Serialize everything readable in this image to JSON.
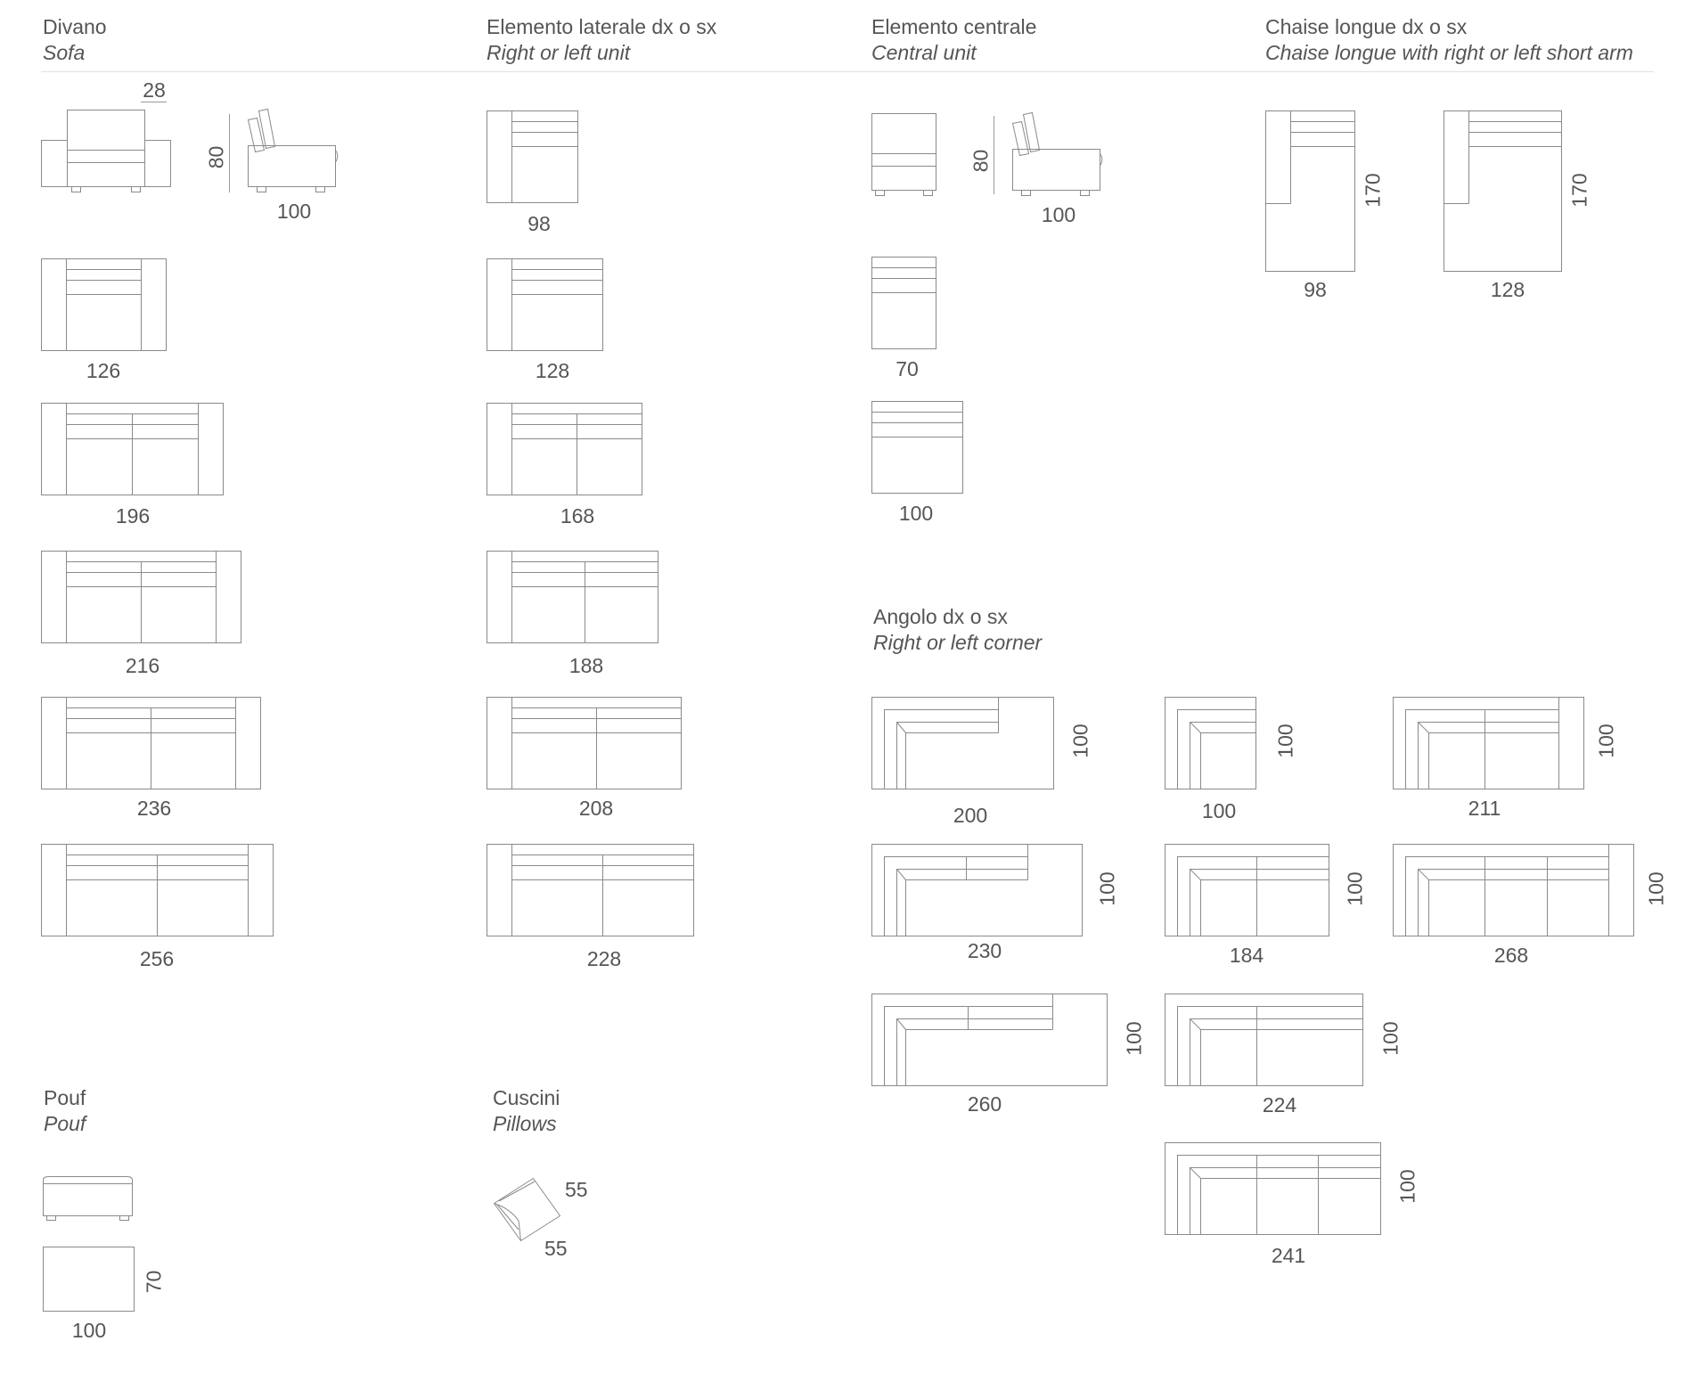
{
  "sections": {
    "sofa": {
      "title_it": "Divano",
      "title_en": "Sofa"
    },
    "side_unit": {
      "title_it": "Elemento laterale dx o sx",
      "title_en": "Right or left unit"
    },
    "central_unit": {
      "title_it": "Elemento centrale",
      "title_en": "Central unit"
    },
    "chaise": {
      "title_it": "Chaise longue dx o sx",
      "title_en": "Chaise longue with right or left short arm"
    },
    "corner": {
      "title_it": "Angolo dx o sx",
      "title_en": "Right or left corner"
    },
    "pouf": {
      "title_it": "Pouf",
      "title_en": "Pouf"
    },
    "pillows": {
      "title_it": "Cuscini",
      "title_en": "Pillows"
    }
  },
  "sofa": {
    "arm_width": "28",
    "height": "80",
    "depth": "100",
    "widths": [
      "126",
      "196",
      "216",
      "236",
      "256"
    ]
  },
  "side_unit": {
    "widths": [
      "98",
      "128",
      "168",
      "188",
      "208",
      "228"
    ]
  },
  "central_unit": {
    "height": "80",
    "depth": "100",
    "widths": [
      "70",
      "100"
    ]
  },
  "chaise": {
    "widths": [
      "98",
      "128"
    ],
    "length": "170"
  },
  "corner": {
    "depth": "100",
    "widths": [
      "200",
      "100",
      "211",
      "230",
      "184",
      "268",
      "260",
      "224",
      "241"
    ]
  },
  "pouf": {
    "width": "100",
    "depth": "70"
  },
  "pillows": {
    "side_a": "55",
    "side_b": "55"
  }
}
